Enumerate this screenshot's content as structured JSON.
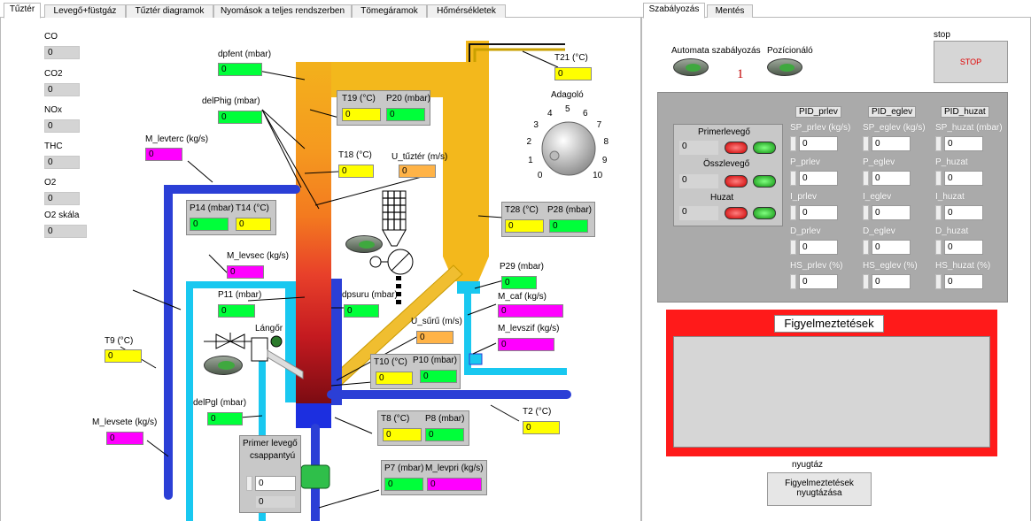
{
  "left_tabs": [
    "Tűztér",
    "Levegő+füstgáz",
    "Tűztér diagramok",
    "Nyomások a teljes rendszerben",
    "Tömegáramok",
    "Hőmérsékletek"
  ],
  "right_tabs": [
    "Szabályozás",
    "Mentés"
  ],
  "gas": {
    "co_label": "CO",
    "co_value": "0",
    "co2_label": "CO2",
    "co2_value": "0",
    "nox_label": "NOx",
    "nox_value": "0",
    "thc_label": "THC",
    "thc_value": "0",
    "o2_label": "O2",
    "o2_value": "0",
    "o2scale_label": "O2 skála",
    "o2scale_value": "0"
  },
  "process": {
    "dpfent_label": "dpfent (mbar)",
    "dpfent_value": "0",
    "delphig_label": "delPhig (mbar)",
    "delphig_value": "0",
    "mlevterc_label": "M_levterc (kg/s)",
    "mlevterc_value": "0",
    "t19_label": "T19 (°C)",
    "t19_value": "0",
    "p20_label": "P20 (mbar)",
    "p20_value": "0",
    "t21_label": "T21 (°C)",
    "t21_value": "0",
    "adagolo_label": "Adagoló",
    "t18_label": "T18 (°C)",
    "t18_value": "0",
    "utuzter_label": "U_tűztér (m/s)",
    "utuzter_value": "0",
    "p14_label": "P14 (mbar)",
    "p14_value": "0",
    "t14_label": "T14 (°C)",
    "t14_value": "0",
    "t28_label": "T28 (°C)",
    "t28_value": "0",
    "p28_label": "P28 (mbar)",
    "p28_value": "0",
    "mlevsec_label": "M_levsec (kg/s)",
    "mlevsec_value": "0",
    "p29_label": "P29 (mbar)",
    "p29_value": "0",
    "p11_label": "P11 (mbar)",
    "p11_value": "0",
    "dpsuru_label": "dpsuru (mbar)",
    "dpsuru_value": "0",
    "mcaf_label": "M_caf (kg/s)",
    "mcaf_value": "0",
    "langor_label": "Lángőr",
    "usuru_label": "U_sűrű (m/s)",
    "usuru_value": "0",
    "mlevszif_label": "M_levszif (kg/s)",
    "mlevszif_value": "0",
    "t9_label": "T9 (°C)",
    "t9_value": "0",
    "t10_label": "T10 (°C)",
    "t10_value": "0",
    "p10_label": "P10 (mbar)",
    "p10_value": "0",
    "delpgl_label": "delPgl (mbar)",
    "delpgl_value": "0",
    "t2_label": "T2 (°C)",
    "t2_value": "0",
    "mlevsete_label": "M_levsete (kg/s)",
    "mlevsete_value": "0",
    "t8_label": "T8 (°C)",
    "t8_value": "0",
    "p8_label": "P8 (mbar)",
    "p8_value": "0",
    "primer_label_1": "Primer levegő",
    "primer_label_2": "csappantyú",
    "primer_value": "0",
    "primer_value2": "0",
    "p7_label": "P7 (mbar)",
    "p7_value": "0",
    "mlevpri_label": "M_levpri (kg/s)",
    "mlevpri_value": "0"
  },
  "dial_ticks": [
    "0",
    "1",
    "2",
    "3",
    "4",
    "5",
    "6",
    "7",
    "8",
    "9",
    "10"
  ],
  "control": {
    "auto_label": "Automata szabályozás",
    "pozicionalo_label": "Pozícionáló",
    "counter": "1",
    "stop_label": "stop",
    "stop_button": "STOP",
    "primer_label": "Primerlevegő",
    "primer_value": "0",
    "ossz_label": "Összlevegő",
    "ossz_value": "0",
    "huzat_label": "Huzat",
    "huzat_value": "0",
    "warnings_title": "Figyelmeztetések",
    "ack_label": "nyugtáz",
    "ack_button_1": "Figyelmeztetések",
    "ack_button_2": "nyugtázása"
  },
  "pid": {
    "prlev": {
      "title": "PID_prlev",
      "sp": "SP_prlev (kg/s)",
      "p": "P_prlev",
      "i": "I_prlev",
      "d": "D_prlev",
      "hs": "HS_prlev (%)",
      "values": [
        "0",
        "0",
        "0",
        "0",
        "0"
      ]
    },
    "eglev": {
      "title": "PID_eglev",
      "sp": "SP_eglev (kg/s)",
      "p": "P_eglev",
      "i": "I_eglev",
      "d": "D_eglev",
      "hs": "HS_eglev (%)",
      "values": [
        "0",
        "0",
        "0",
        "0",
        "0"
      ]
    },
    "huzat": {
      "title": "PID_huzat",
      "sp": "SP_huzat (mbar)",
      "p": "P_huzat",
      "i": "I_huzat",
      "d": "D_huzat",
      "hs": "HS_huzat (%)",
      "values": [
        "0",
        "0",
        "0",
        "0",
        "0"
      ]
    }
  },
  "colors": {
    "indicator_green": "#00ff3a",
    "indicator_yellow": "#ffff00",
    "indicator_magenta": "#ff00ff",
    "pipe_blue": "#2b3fd6",
    "pipe_cyan": "#19c8f0",
    "furnace_orange": "#f39a1c",
    "warning_red": "#ff1a1a"
  }
}
